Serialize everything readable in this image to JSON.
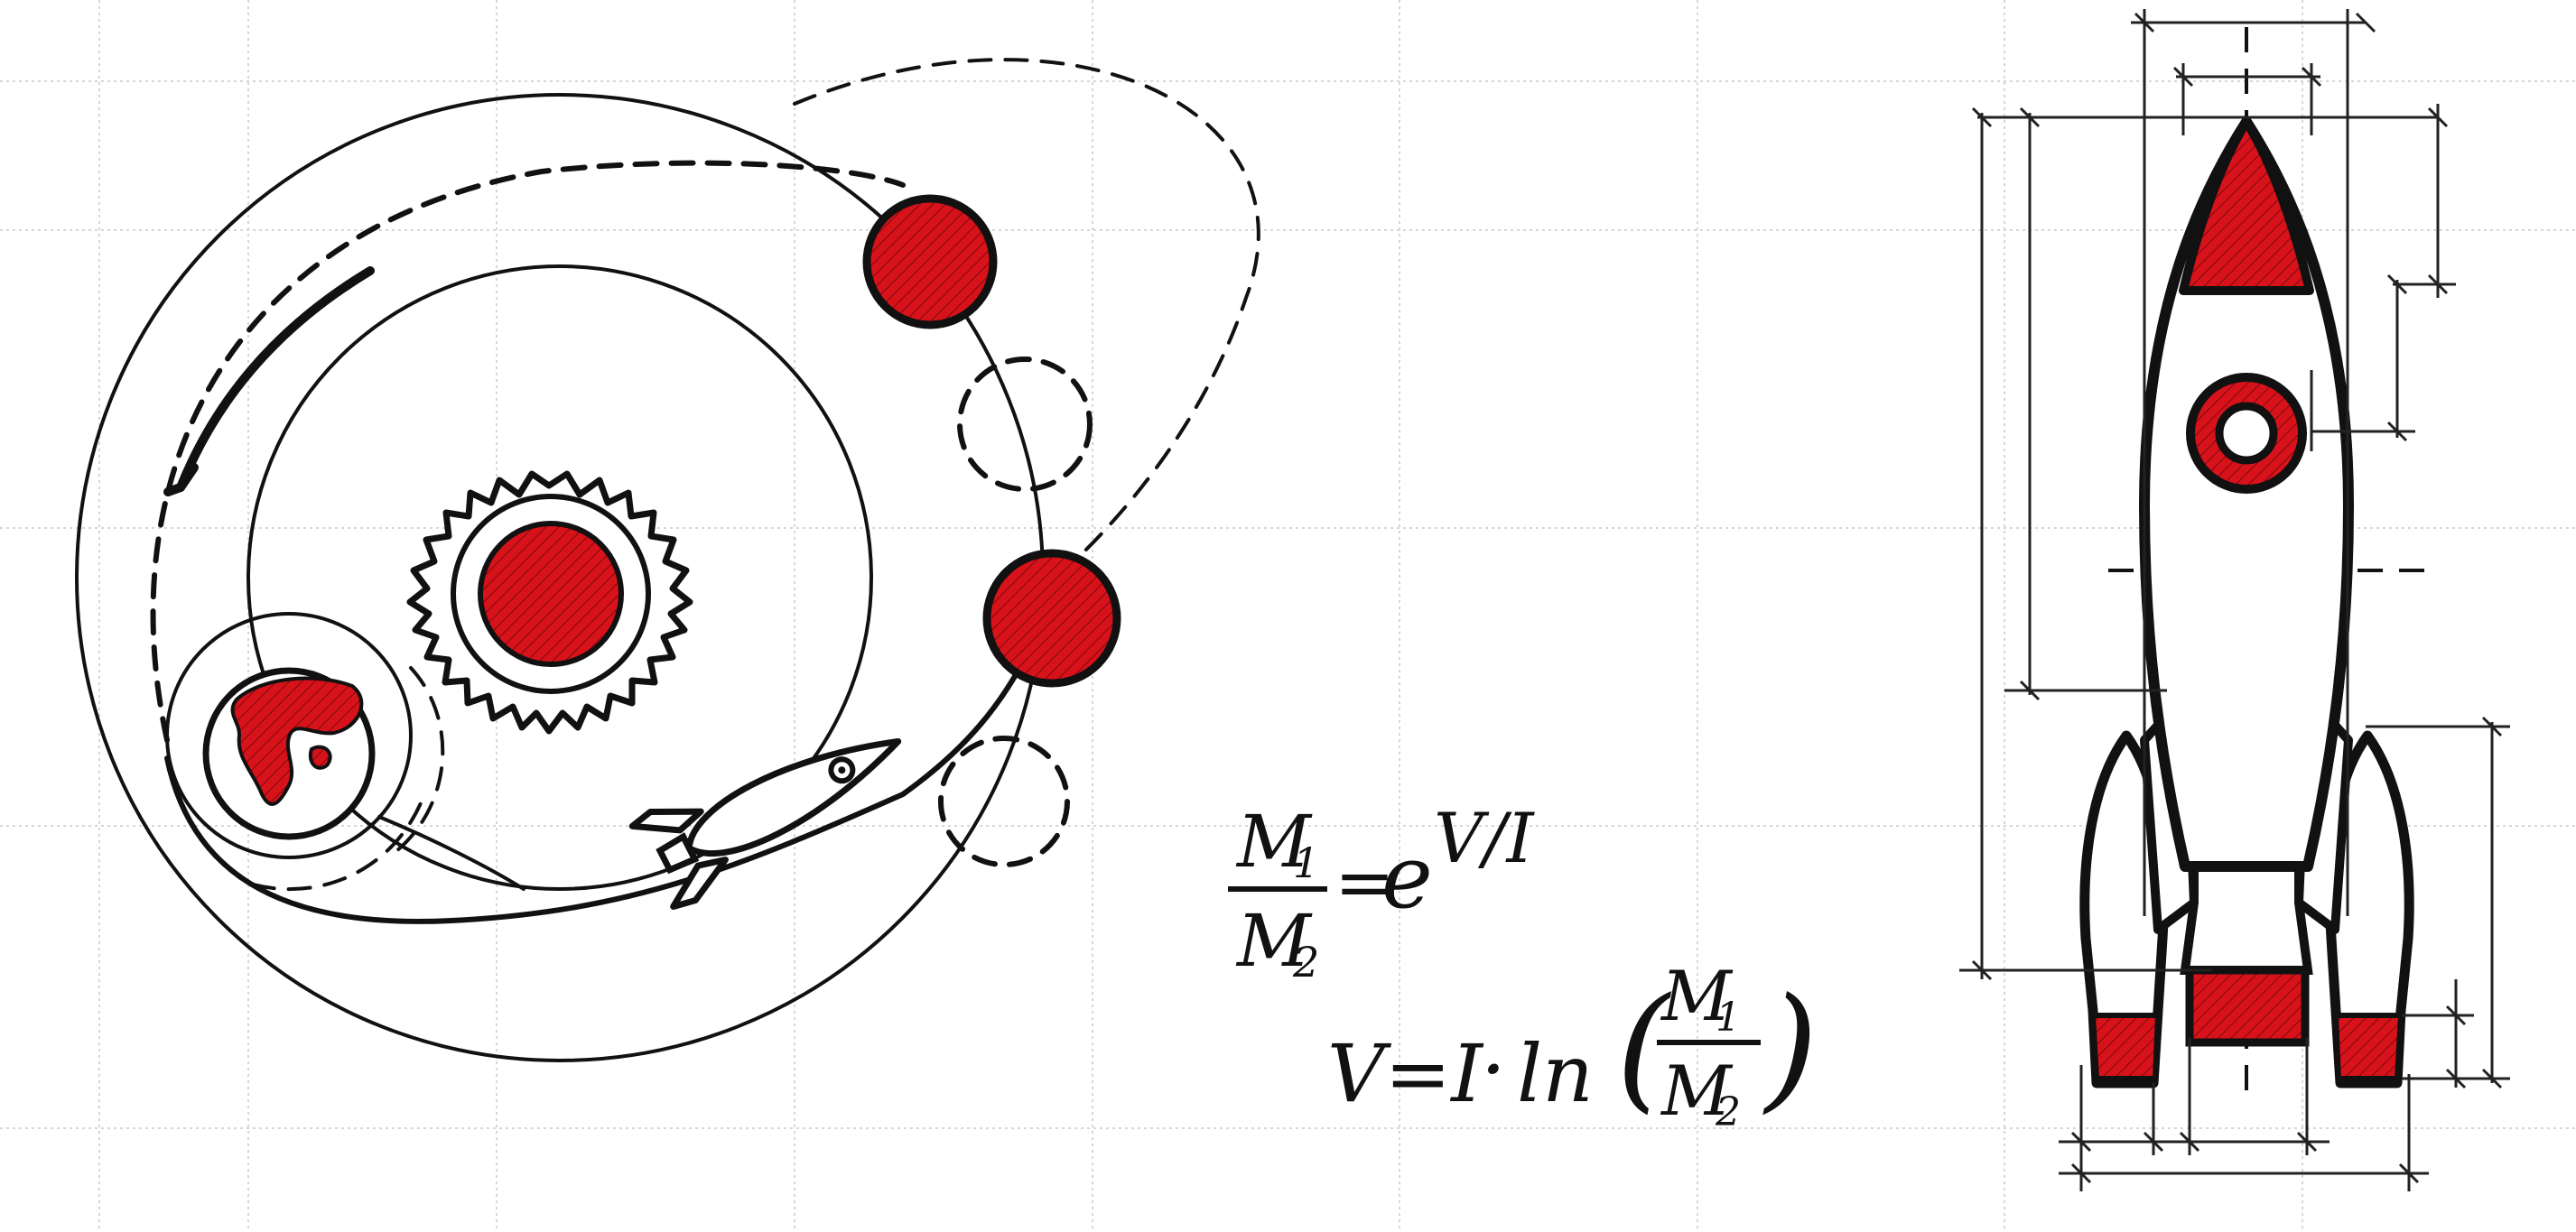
{
  "formula": {
    "eq1": {
      "numerator": "M",
      "numerator_sub": "1",
      "denominator": "M",
      "denominator_sub": "2",
      "equals": "=",
      "base": "e",
      "exponent": "V/I"
    },
    "eq2": {
      "lhs": "V=I",
      "dot": "·",
      "func": "ln",
      "open_paren": "(",
      "numerator": "M",
      "numerator_sub": "1",
      "denominator": "M",
      "denominator_sub": "2",
      "close_paren": ")"
    }
  },
  "colors": {
    "accent": "#d8121a",
    "ink": "#111111",
    "grid": "#d6d6d6"
  }
}
